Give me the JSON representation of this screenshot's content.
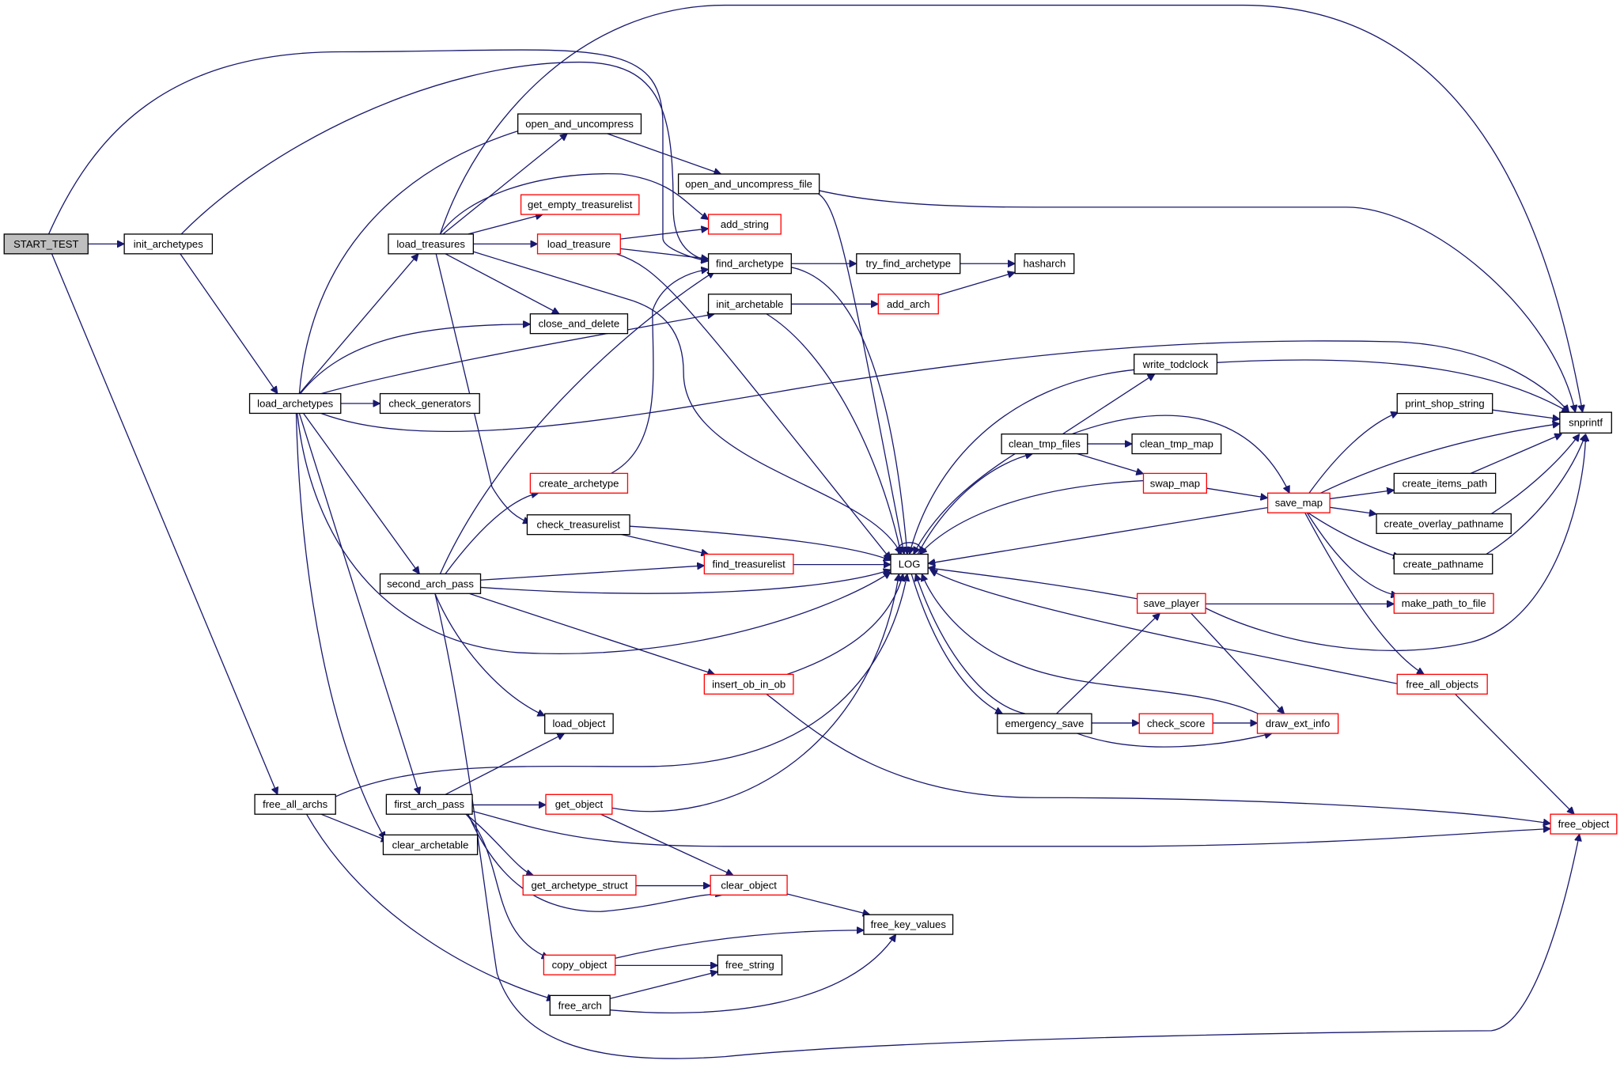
{
  "title": "START_TEST call graph",
  "colors": {
    "edge": "#191970",
    "node_border": "#000000",
    "node_border_undocumented": "#ff0000",
    "root_fill": "#bfbfbf",
    "node_fill": "#ffffff"
  },
  "nodes": [
    {
      "id": "START_TEST",
      "label": "START_TEST",
      "style": "root"
    },
    {
      "id": "init_archetypes",
      "label": "init_archetypes",
      "style": "normal"
    },
    {
      "id": "load_treasures",
      "label": "load_treasures",
      "style": "normal"
    },
    {
      "id": "open_and_uncompress",
      "label": "open_and_uncompress",
      "style": "normal"
    },
    {
      "id": "get_empty_treasurelist",
      "label": "get_empty_treasurelist",
      "style": "red"
    },
    {
      "id": "load_treasure",
      "label": "load_treasure",
      "style": "red"
    },
    {
      "id": "add_string",
      "label": "add_string",
      "style": "red"
    },
    {
      "id": "open_and_uncompress_file",
      "label": "open_and_uncompress_file",
      "style": "normal"
    },
    {
      "id": "find_archetype",
      "label": "find_archetype",
      "style": "normal"
    },
    {
      "id": "try_find_archetype",
      "label": "try_find_archetype",
      "style": "normal"
    },
    {
      "id": "hasharch",
      "label": "hasharch",
      "style": "normal"
    },
    {
      "id": "init_archetable",
      "label": "init_archetable",
      "style": "normal"
    },
    {
      "id": "add_arch",
      "label": "add_arch",
      "style": "red"
    },
    {
      "id": "close_and_delete",
      "label": "close_and_delete",
      "style": "normal"
    },
    {
      "id": "load_archetypes",
      "label": "load_archetypes",
      "style": "normal"
    },
    {
      "id": "check_generators",
      "label": "check_generators",
      "style": "normal"
    },
    {
      "id": "write_todclock",
      "label": "write_todclock",
      "style": "normal"
    },
    {
      "id": "print_shop_string",
      "label": "print_shop_string",
      "style": "normal"
    },
    {
      "id": "snprintf",
      "label": "snprintf",
      "style": "normal"
    },
    {
      "id": "clean_tmp_files",
      "label": "clean_tmp_files",
      "style": "normal"
    },
    {
      "id": "clean_tmp_map",
      "label": "clean_tmp_map",
      "style": "normal"
    },
    {
      "id": "create_archetype",
      "label": "create_archetype",
      "style": "red"
    },
    {
      "id": "swap_map",
      "label": "swap_map",
      "style": "red"
    },
    {
      "id": "save_map",
      "label": "save_map",
      "style": "red"
    },
    {
      "id": "create_items_path",
      "label": "create_items_path",
      "style": "normal"
    },
    {
      "id": "check_treasurelist",
      "label": "check_treasurelist",
      "style": "normal"
    },
    {
      "id": "create_overlay_pathname",
      "label": "create_overlay_pathname",
      "style": "normal"
    },
    {
      "id": "find_treasurelist",
      "label": "find_treasurelist",
      "style": "red"
    },
    {
      "id": "LOG",
      "label": "LOG",
      "style": "normal"
    },
    {
      "id": "create_pathname",
      "label": "create_pathname",
      "style": "normal"
    },
    {
      "id": "second_arch_pass",
      "label": "second_arch_pass",
      "style": "normal"
    },
    {
      "id": "save_player",
      "label": "save_player",
      "style": "red"
    },
    {
      "id": "make_path_to_file",
      "label": "make_path_to_file",
      "style": "red"
    },
    {
      "id": "free_all_objects",
      "label": "free_all_objects",
      "style": "red"
    },
    {
      "id": "insert_ob_in_ob",
      "label": "insert_ob_in_ob",
      "style": "red"
    },
    {
      "id": "load_object",
      "label": "load_object",
      "style": "normal"
    },
    {
      "id": "emergency_save",
      "label": "emergency_save",
      "style": "normal"
    },
    {
      "id": "check_score",
      "label": "check_score",
      "style": "red"
    },
    {
      "id": "draw_ext_info",
      "label": "draw_ext_info",
      "style": "red"
    },
    {
      "id": "free_all_archs",
      "label": "free_all_archs",
      "style": "normal"
    },
    {
      "id": "first_arch_pass",
      "label": "first_arch_pass",
      "style": "normal"
    },
    {
      "id": "get_object",
      "label": "get_object",
      "style": "red"
    },
    {
      "id": "free_object",
      "label": "free_object",
      "style": "red"
    },
    {
      "id": "clear_archetable",
      "label": "clear_archetable",
      "style": "normal"
    },
    {
      "id": "get_archetype_struct",
      "label": "get_archetype_struct",
      "style": "red"
    },
    {
      "id": "clear_object",
      "label": "clear_object",
      "style": "red"
    },
    {
      "id": "free_key_values",
      "label": "free_key_values",
      "style": "normal"
    },
    {
      "id": "copy_object",
      "label": "copy_object",
      "style": "red"
    },
    {
      "id": "free_string",
      "label": "free_string",
      "style": "normal"
    },
    {
      "id": "free_arch",
      "label": "free_arch",
      "style": "normal"
    }
  ],
  "edges": [
    [
      "START_TEST",
      "init_archetypes"
    ],
    [
      "START_TEST",
      "find_archetype"
    ],
    [
      "START_TEST",
      "free_all_archs"
    ],
    [
      "init_archetypes",
      "find_archetype"
    ],
    [
      "init_archetypes",
      "load_archetypes"
    ],
    [
      "load_treasures",
      "open_and_uncompress"
    ],
    [
      "load_treasures",
      "get_empty_treasurelist"
    ],
    [
      "load_treasures",
      "load_treasure"
    ],
    [
      "load_treasures",
      "add_string"
    ],
    [
      "load_treasures",
      "close_and_delete"
    ],
    [
      "load_treasures",
      "LOG"
    ],
    [
      "load_treasures",
      "check_treasurelist"
    ],
    [
      "load_treasures",
      "snprintf"
    ],
    [
      "open_and_uncompress",
      "open_and_uncompress_file"
    ],
    [
      "open_and_uncompress_file",
      "LOG"
    ],
    [
      "open_and_uncompress_file",
      "snprintf"
    ],
    [
      "load_treasure",
      "add_string"
    ],
    [
      "load_treasure",
      "find_archetype"
    ],
    [
      "load_treasure",
      "LOG"
    ],
    [
      "find_archetype",
      "try_find_archetype"
    ],
    [
      "find_archetype",
      "LOG"
    ],
    [
      "try_find_archetype",
      "hasharch"
    ],
    [
      "init_archetable",
      "add_arch"
    ],
    [
      "init_archetable",
      "LOG"
    ],
    [
      "add_arch",
      "hasharch"
    ],
    [
      "load_archetypes",
      "load_treasures"
    ],
    [
      "load_archetypes",
      "open_and_uncompress"
    ],
    [
      "load_archetypes",
      "close_and_delete"
    ],
    [
      "load_archetypes",
      "init_archetable"
    ],
    [
      "load_archetypes",
      "check_generators"
    ],
    [
      "load_archetypes",
      "snprintf"
    ],
    [
      "load_archetypes",
      "second_arch_pass"
    ],
    [
      "load_archetypes",
      "LOG"
    ],
    [
      "load_archetypes",
      "first_arch_pass"
    ],
    [
      "load_archetypes",
      "clear_archetable"
    ],
    [
      "write_todclock",
      "snprintf"
    ],
    [
      "write_todclock",
      "LOG"
    ],
    [
      "clean_tmp_files",
      "write_todclock"
    ],
    [
      "clean_tmp_files",
      "clean_tmp_map"
    ],
    [
      "clean_tmp_files",
      "swap_map"
    ],
    [
      "clean_tmp_files",
      "save_map"
    ],
    [
      "clean_tmp_files",
      "LOG"
    ],
    [
      "swap_map",
      "save_map"
    ],
    [
      "swap_map",
      "LOG"
    ],
    [
      "save_map",
      "print_shop_string"
    ],
    [
      "save_map",
      "snprintf"
    ],
    [
      "save_map",
      "create_items_path"
    ],
    [
      "save_map",
      "create_overlay_pathname"
    ],
    [
      "save_map",
      "create_pathname"
    ],
    [
      "save_map",
      "make_path_to_file"
    ],
    [
      "save_map",
      "free_all_objects"
    ],
    [
      "save_map",
      "LOG"
    ],
    [
      "print_shop_string",
      "snprintf"
    ],
    [
      "create_items_path",
      "snprintf"
    ],
    [
      "create_overlay_pathname",
      "snprintf"
    ],
    [
      "create_pathname",
      "snprintf"
    ],
    [
      "create_archetype",
      "find_archetype"
    ],
    [
      "check_treasurelist",
      "find_treasurelist"
    ],
    [
      "check_treasurelist",
      "LOG"
    ],
    [
      "find_treasurelist",
      "LOG"
    ],
    [
      "LOG",
      "LOG"
    ],
    [
      "LOG",
      "clean_tmp_files"
    ],
    [
      "LOG",
      "emergency_save"
    ],
    [
      "second_arch_pass",
      "find_archetype"
    ],
    [
      "second_arch_pass",
      "create_archetype"
    ],
    [
      "second_arch_pass",
      "find_treasurelist"
    ],
    [
      "second_arch_pass",
      "LOG"
    ],
    [
      "second_arch_pass",
      "insert_ob_in_ob"
    ],
    [
      "second_arch_pass",
      "load_object"
    ],
    [
      "second_arch_pass",
      "free_object"
    ],
    [
      "save_player",
      "make_path_to_file"
    ],
    [
      "save_player",
      "snprintf"
    ],
    [
      "save_player",
      "draw_ext_info"
    ],
    [
      "save_player",
      "LOG"
    ],
    [
      "free_all_objects",
      "LOG"
    ],
    [
      "free_all_objects",
      "free_object"
    ],
    [
      "insert_ob_in_ob",
      "LOG"
    ],
    [
      "insert_ob_in_ob",
      "free_object"
    ],
    [
      "emergency_save",
      "save_player"
    ],
    [
      "emergency_save",
      "check_score"
    ],
    [
      "emergency_save",
      "draw_ext_info"
    ],
    [
      "emergency_save",
      "LOG"
    ],
    [
      "check_score",
      "draw_ext_info"
    ],
    [
      "draw_ext_info",
      "LOG"
    ],
    [
      "free_all_archs",
      "LOG"
    ],
    [
      "free_all_archs",
      "clear_archetable"
    ],
    [
      "free_all_archs",
      "free_arch"
    ],
    [
      "first_arch_pass",
      "load_object"
    ],
    [
      "first_arch_pass",
      "get_object"
    ],
    [
      "first_arch_pass",
      "free_object"
    ],
    [
      "first_arch_pass",
      "get_archetype_struct"
    ],
    [
      "first_arch_pass",
      "clear_object"
    ],
    [
      "first_arch_pass",
      "copy_object"
    ],
    [
      "get_object",
      "LOG"
    ],
    [
      "get_object",
      "clear_object"
    ],
    [
      "get_archetype_struct",
      "clear_object"
    ],
    [
      "clear_object",
      "free_key_values"
    ],
    [
      "copy_object",
      "free_key_values"
    ],
    [
      "copy_object",
      "free_string"
    ],
    [
      "free_arch",
      "free_string"
    ],
    [
      "free_arch",
      "free_key_values"
    ]
  ]
}
